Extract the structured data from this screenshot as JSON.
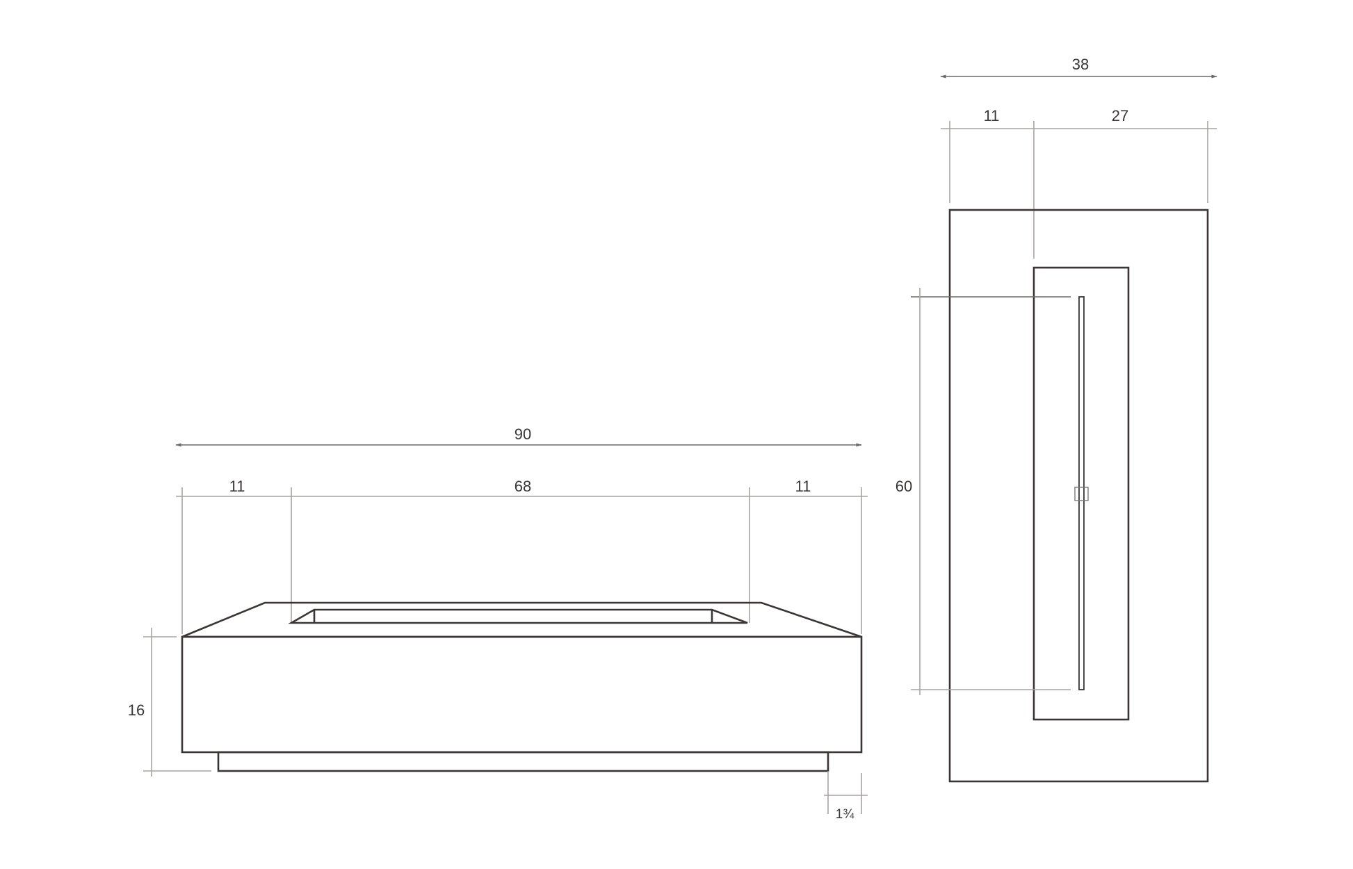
{
  "front_view": {
    "overall_width": "90",
    "left_margin": "11",
    "opening_width": "68",
    "right_margin": "11",
    "height": "16",
    "base_inset": "1¾"
  },
  "top_view": {
    "overall_depth": "38",
    "front_margin": "11",
    "rear_section": "27",
    "burner_length": "60"
  },
  "colors": {
    "outline": "#3b3535",
    "dimension": "#a9a3a3",
    "text": "#3a3636"
  }
}
